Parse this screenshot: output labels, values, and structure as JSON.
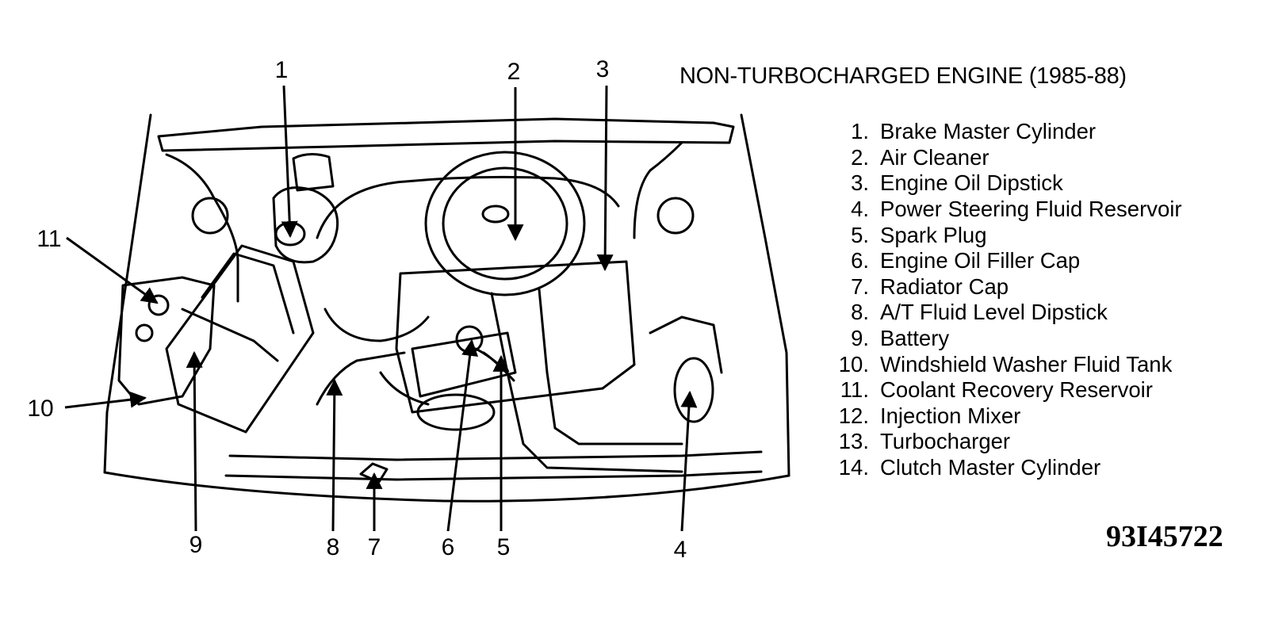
{
  "title": "NON-TURBOCHARGED ENGINE (1985-88)",
  "legend": [
    {
      "num": "1.",
      "label": "Brake Master Cylinder"
    },
    {
      "num": "2.",
      "label": "Air Cleaner"
    },
    {
      "num": "3.",
      "label": "Engine Oil Dipstick"
    },
    {
      "num": "4.",
      "label": "Power Steering Fluid Reservoir"
    },
    {
      "num": "5.",
      "label": "Spark Plug"
    },
    {
      "num": "6.",
      "label": "Engine Oil Filler Cap"
    },
    {
      "num": "7.",
      "label": "Radiator Cap"
    },
    {
      "num": "8.",
      "label": "A/T Fluid Level Dipstick"
    },
    {
      "num": "9.",
      "label": "Battery"
    },
    {
      "num": "10.",
      "label": "Windshield Washer Fluid Tank"
    },
    {
      "num": "11.",
      "label": "Coolant Recovery Reservoir"
    },
    {
      "num": "12.",
      "label": "Injection Mixer"
    },
    {
      "num": "13.",
      "label": "Turbocharger"
    },
    {
      "num": "14.",
      "label": "Clutch Master Cylinder"
    }
  ],
  "callouts": {
    "c1": "1",
    "c2": "2",
    "c3": "3",
    "c4": "4",
    "c5": "5",
    "c6": "6",
    "c7": "7",
    "c8": "8",
    "c9": "9",
    "c10": "10",
    "c11": "11"
  },
  "figure_code": "93I45722"
}
